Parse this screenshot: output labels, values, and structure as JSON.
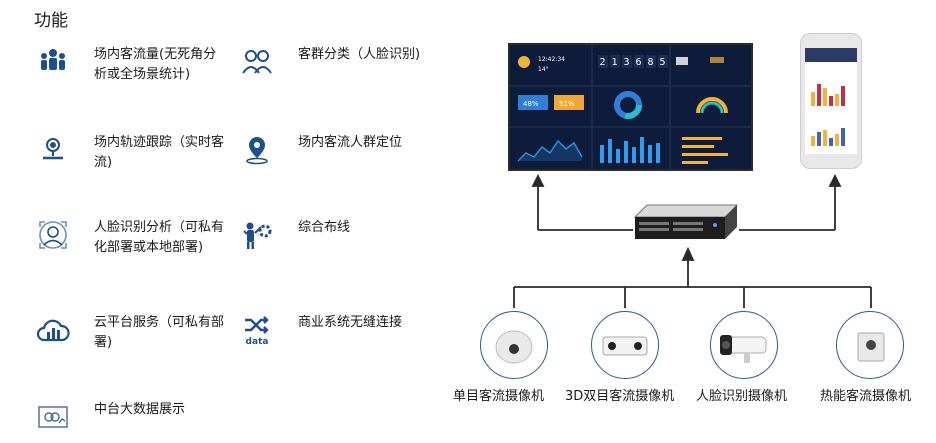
{
  "title": "功能",
  "features": [
    {
      "icon": "people-group-icon",
      "label": "场内客流量(无死角分析或全场景统计)"
    },
    {
      "icon": "customer-group-icon",
      "label": "客群分类（人脸识别)"
    },
    {
      "icon": "location-track-icon",
      "label": "场内轨迹跟踪（实时客流)"
    },
    {
      "icon": "location-pin-icon",
      "label": "场内客流人群定位"
    },
    {
      "icon": "face-recognition-icon",
      "label": "人脸识别分析（可私有化部署或本地部署)"
    },
    {
      "icon": "wiring-icon",
      "label": "综合布线"
    },
    {
      "icon": "cloud-chart-icon",
      "label": "云平台服务（可私有部署)"
    },
    {
      "icon": "data-shuffle-icon",
      "label": "商业系统无缝连接"
    },
    {
      "icon": "dashboard-screen-icon",
      "label": "中台大数据展示"
    }
  ],
  "dashboard": {
    "digits": [
      "2",
      "1",
      "3",
      "6",
      "8",
      "5"
    ],
    "pct1": "48%",
    "pct2": "51%",
    "time": "12:42:34",
    "temp": "14°"
  },
  "cameras": [
    {
      "label": "单目客流摄像机"
    },
    {
      "label": "3D双目客流摄像机"
    },
    {
      "label": "人脸识别摄像机"
    },
    {
      "label": "热能客流摄像机"
    }
  ],
  "colors": {
    "icon": "#1f4e8c",
    "line": "#2a2a2a",
    "screen": "#0c1c3a"
  }
}
